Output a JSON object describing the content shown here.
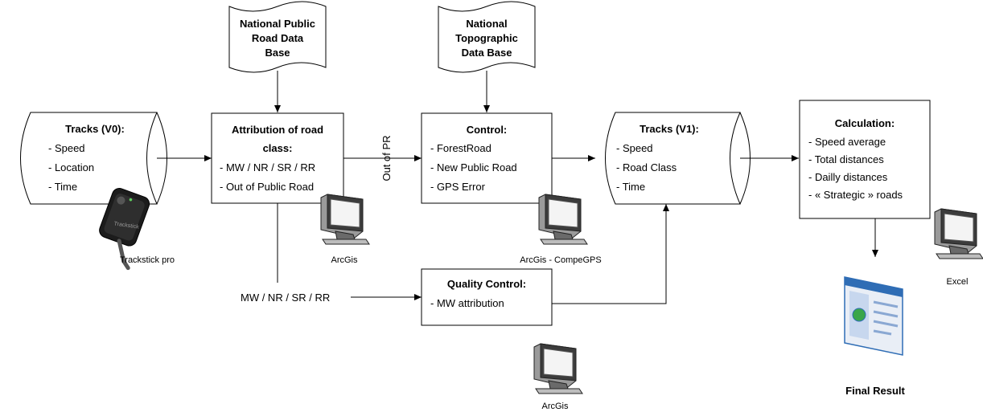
{
  "nodes": {
    "db_road": {
      "lines": [
        "National Public",
        "Road Data",
        "Base"
      ]
    },
    "db_topo": {
      "lines": [
        "National",
        "Topographic",
        "Data Base"
      ]
    },
    "tracks_v0": {
      "title": "Tracks (V0):",
      "items": [
        "- Speed",
        "- Location",
        "- Time"
      ]
    },
    "attribution": {
      "title_lines": [
        "Attribution of road",
        "class:"
      ],
      "items": [
        "- MW / NR / SR / RR",
        "- Out of Public Road"
      ]
    },
    "control": {
      "title": "Control:",
      "items": [
        "- ForestRoad",
        "- New Public Road",
        "- GPS Error"
      ]
    },
    "tracks_v1": {
      "title": "Tracks (V1):",
      "items": [
        "- Speed",
        "- Road Class",
        "- Time"
      ]
    },
    "calculation": {
      "title": "Calculation:",
      "items": [
        "- Speed average",
        "- Total distances",
        "- Dailly distances",
        "- « Strategic » roads"
      ]
    },
    "quality": {
      "title": "Quality Control:",
      "items": [
        "- MW attribution"
      ]
    }
  },
  "edge_labels": {
    "out_of_pr": "Out of PR",
    "mw_nr": "MW / NR / SR / RR"
  },
  "captions": {
    "trackstick": "Trackstick pro",
    "arcgis_1": "ArcGis",
    "arcgis_compe": "ArcGis - CompeGPS",
    "arcgis_2": "ArcGis",
    "excel": "Excel",
    "final_result": "Final Result"
  },
  "device_text": "Trackstick",
  "icons": {
    "computer": "computer-icon",
    "trackstick": "trackstick-device-icon",
    "report": "report-window-icon"
  },
  "colors": {
    "stroke": "#000000",
    "report_blue": "#2f6db5",
    "globe": "#3aa64a"
  }
}
